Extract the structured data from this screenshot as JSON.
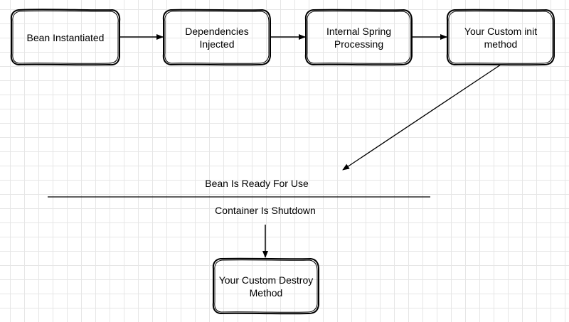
{
  "diagram": {
    "nodes": {
      "bean_instantiated": "Bean Instantiated",
      "dependencies_injected": "Dependencies\nInjected",
      "internal_spring_processing": "Internal Spring\nProcessing",
      "custom_init": "Your Custom init\nmethod",
      "custom_destroy": "Your Custom Destroy\nMethod"
    },
    "labels": {
      "ready": "Bean Is Ready For Use",
      "shutdown": "Container Is Shutdown"
    }
  }
}
